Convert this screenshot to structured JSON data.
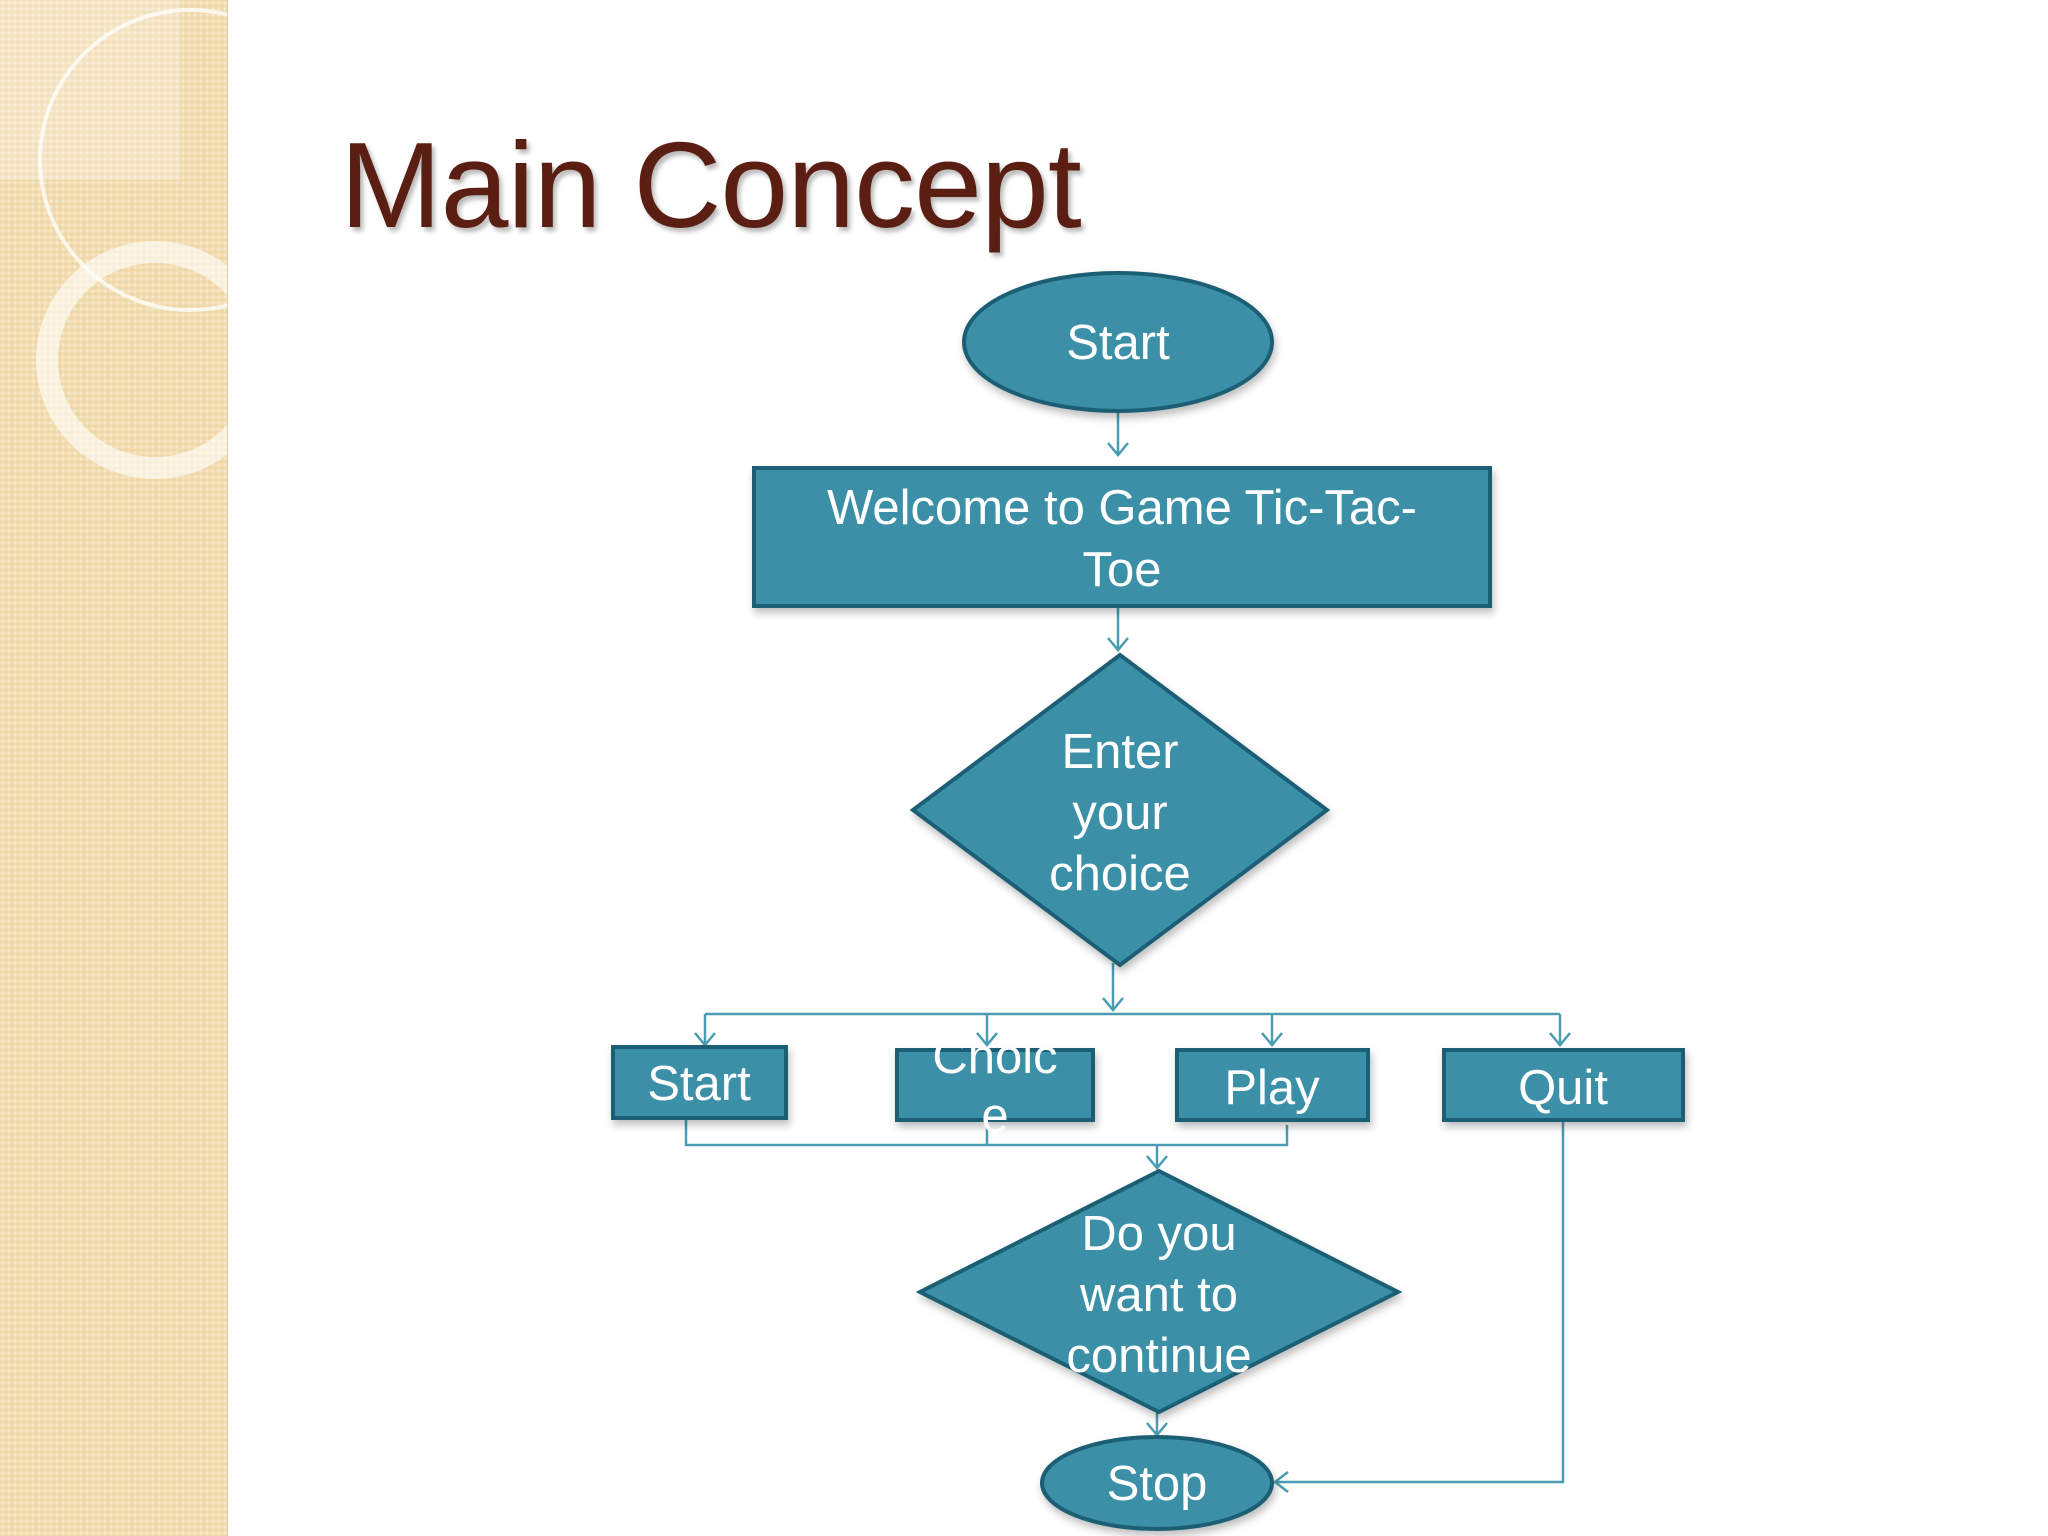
{
  "slide": {
    "title": "Main Concept"
  },
  "colors": {
    "node_fill": "#3a90a8",
    "node_stroke": "#1f5f75",
    "connector": "#4a9cb3",
    "title": "#5a1e12",
    "sidebar": "#f2ddb0"
  },
  "flowchart": {
    "start": {
      "label": "Start"
    },
    "welcome": {
      "line1": "Welcome to Game Tic-Tac-",
      "line2": "Toe"
    },
    "choice_decision": {
      "line1": "Enter",
      "line2": "your",
      "line3": "choice"
    },
    "options": {
      "start": "Start",
      "choice_top": "Choic",
      "choice_bottom": "e",
      "play": "Play",
      "quit": "Quit"
    },
    "continue_decision": {
      "line1": "Do you",
      "line2": "want to",
      "line3": "continue"
    },
    "stop": {
      "label": "Stop"
    }
  }
}
